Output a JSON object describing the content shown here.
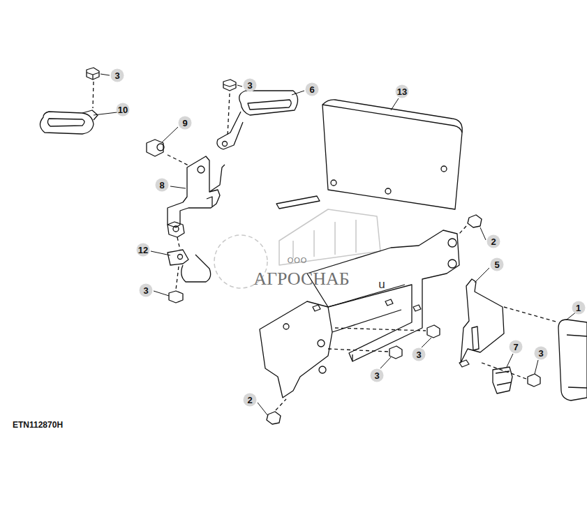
{
  "diagram": {
    "labels": [
      "3",
      "3",
      "6",
      "13",
      "10",
      "9",
      "8",
      "2",
      "12",
      "ООО",
      "5",
      "АГРОСНАБ",
      "u",
      "3",
      "1",
      "7",
      "3",
      "3",
      "3",
      "2",
      "ETN112870H"
    ]
  }
}
